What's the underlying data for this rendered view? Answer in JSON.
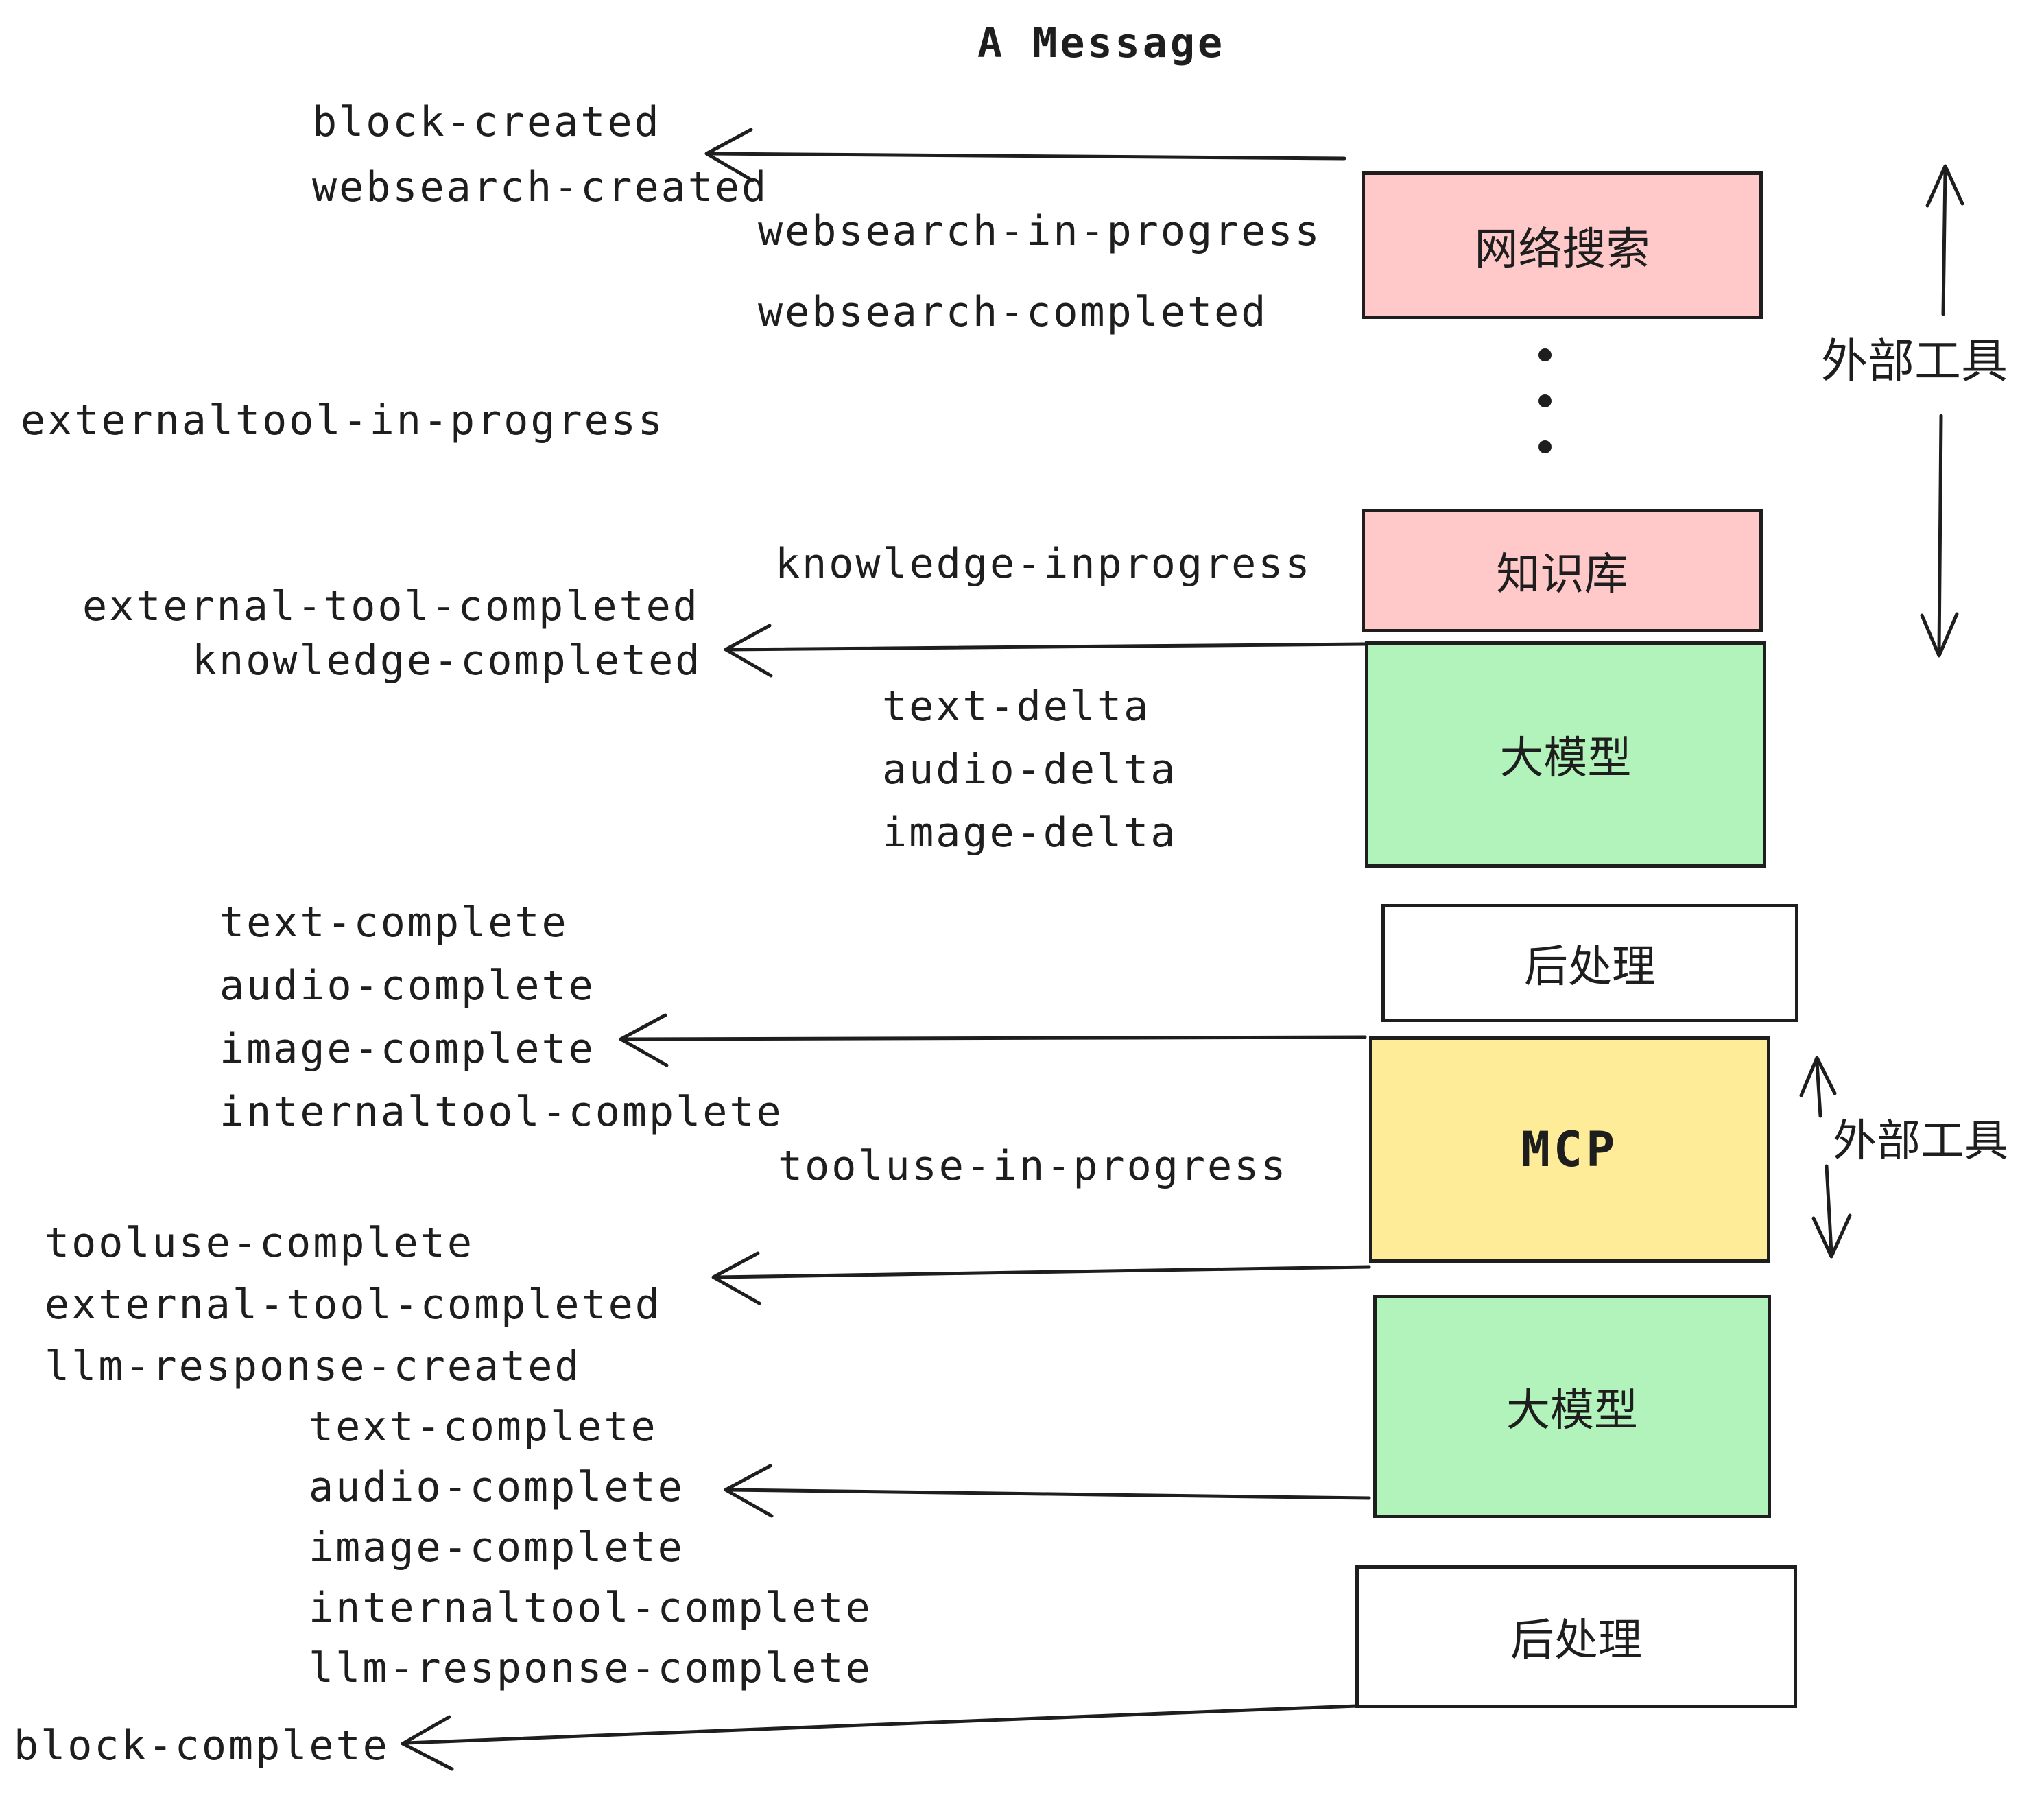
{
  "title": "A Message",
  "colors": {
    "ink": "#1e1e1e",
    "pink": "#ffc9c9",
    "green": "#b2f2bb",
    "yellow": "#ffec99",
    "white": "#ffffff"
  },
  "boxes": [
    {
      "label": "网络搜索"
    },
    {
      "label": "知识库"
    },
    {
      "label": "大模型"
    },
    {
      "label": "后处理"
    },
    {
      "label": "MCP"
    },
    {
      "label": "大模型"
    },
    {
      "label": "后处理"
    }
  ],
  "annotations": {
    "external_tool_1": "外部工具",
    "external_tool_2": "外部工具"
  },
  "events": [
    "block-created",
    "websearch-created",
    "websearch-in-progress",
    "websearch-completed",
    "externaltool-in-progress",
    "knowledge-inprogress",
    "external-tool-completed",
    "knowledge-completed",
    "text-delta",
    "audio-delta",
    "image-delta",
    "text-complete",
    "audio-complete",
    "image-complete",
    "internaltool-complete",
    "tooluse-in-progress",
    "tooluse-complete",
    "external-tool-completed",
    "llm-response-created",
    "text-complete",
    "audio-complete",
    "image-complete",
    "internaltool-complete",
    "llm-response-complete",
    "block-complete"
  ]
}
